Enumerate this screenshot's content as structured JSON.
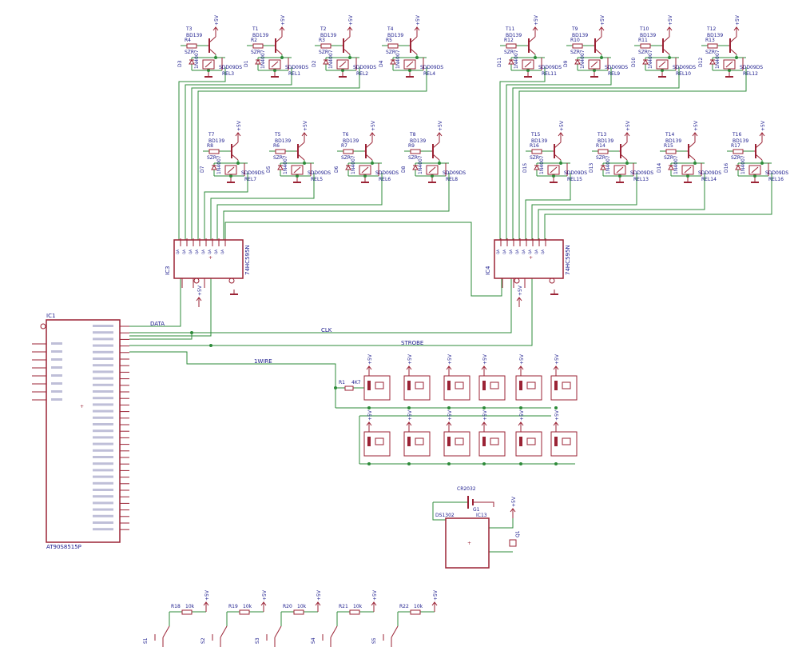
{
  "colors": {
    "wire": "#2e8b3a",
    "part": "#9b2335",
    "label": "#1a1a8c",
    "net": "#2e8b3a"
  },
  "driver_row1": [
    {
      "t": "T3",
      "r": "R4",
      "d": "D3",
      "rel": "REL3"
    },
    {
      "t": "T1",
      "r": "R2",
      "d": "D1",
      "rel": "REL1"
    },
    {
      "t": "T2",
      "r": "R3",
      "d": "D2",
      "rel": "REL2"
    },
    {
      "t": "T4",
      "r": "R5",
      "d": "D4",
      "rel": "REL4"
    },
    {
      "t": "T11",
      "r": "R12",
      "d": "D11",
      "rel": "REL11"
    },
    {
      "t": "T9",
      "r": "R10",
      "d": "D9",
      "rel": "REL9"
    },
    {
      "t": "T10",
      "r": "R11",
      "d": "D10",
      "rel": "REL10"
    },
    {
      "t": "T12",
      "r": "R13",
      "d": "D12",
      "rel": "REL12"
    }
  ],
  "driver_row2": [
    {
      "t": "T7",
      "r": "R8",
      "d": "D7",
      "rel": "REL7"
    },
    {
      "t": "T5",
      "r": "R6",
      "d": "D5",
      "rel": "REL5"
    },
    {
      "t": "T6",
      "r": "R7",
      "d": "D6",
      "rel": "REL6"
    },
    {
      "t": "T8",
      "r": "R9",
      "d": "D8",
      "rel": "REL8"
    },
    {
      "t": "T15",
      "r": "R16",
      "d": "D15",
      "rel": "REL15"
    },
    {
      "t": "T13",
      "r": "R14",
      "d": "D13",
      "rel": "REL13"
    },
    {
      "t": "T14",
      "r": "R15",
      "d": "D14",
      "rel": "REL14"
    },
    {
      "t": "T16",
      "r": "R17",
      "d": "D16",
      "rel": "REL16"
    }
  ],
  "driver_parts": {
    "transistor": "BD139",
    "resistor": "SZR",
    "diode": "1N4007",
    "relay": "SDD09DS",
    "supply": "+5V"
  },
  "ic3": {
    "name": "IC3",
    "part": "74HC595N"
  },
  "ic4": {
    "name": "IC4",
    "part": "74HC595N"
  },
  "ic1": {
    "name": "IC1",
    "part": "AT90S8515P"
  },
  "nets": {
    "data": "DATA",
    "clk": "CLK",
    "strobe": "STROBE",
    "onewire": "1WIRE"
  },
  "r1": {
    "name": "R1",
    "value": "4K7"
  },
  "rtc": {
    "battery": "CR2032",
    "battery_ref": "G1",
    "chip": "DS1302",
    "ref": "IC13",
    "crystal": "Q1"
  },
  "switch_resistors": [
    {
      "r": "R18",
      "v": "10k",
      "s": "S1"
    },
    {
      "r": "R19",
      "v": "10k",
      "s": "S2"
    },
    {
      "r": "R20",
      "v": "10k",
      "s": "S3"
    },
    {
      "r": "R21",
      "v": "10k",
      "s": "S4"
    },
    {
      "r": "R22",
      "v": "10k",
      "s": "S5"
    }
  ]
}
